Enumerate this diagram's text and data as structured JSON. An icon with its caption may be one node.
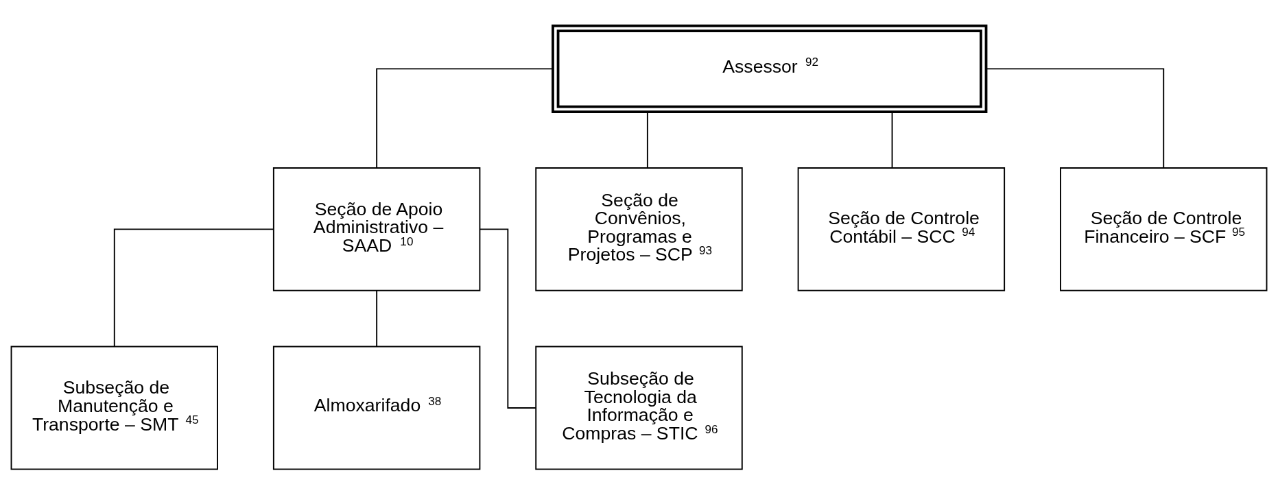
{
  "diagram": {
    "nodes": [
      {
        "text": [
          "Assessor $^{92}$"
        ]
      },
      {
        "text": [
          "Seção de Apoio Administrativo – SAAD $^{10}$"
        ]
      },
      {
        "text": [
          "Seção de Convênios, Programas e Projetos – SCP $^{93}$"
        ]
      },
      {
        "text": [
          "Seção de Controle Contábil – SCC $^{94}$"
        ]
      },
      {
        "text": [
          "Seção de Controle Financeiro – SCF $^{95}$"
        ]
      },
      {
        "text": [
          "Subseção de Manutenção e Transporte – SMT $^{45}$"
        ]
      },
      {
        "text": [
          "Almoxarifado $^{38}$"
        ]
      },
      {
        "text": [
          "Subseção de Tecnologia da Informação e Compras – STIC $^{96}$"
        ]
      }
    ],
    "edges": [
      {
        "from": 0,
        "to": 1,
        "arrow": "none"
      },
      {
        "from": 0,
        "to": 2,
        "arrow": "none"
      },
      {
        "from": 0,
        "to": 3,
        "arrow": "none"
      },
      {
        "from": 0,
        "to": 4,
        "arrow": "none"
      },
      {
        "from": 1,
        "to": 5,
        "arrow": "none"
      },
      {
        "from": 1,
        "to": 6,
        "arrow": "none"
      },
      {
        "from": 1,
        "to": 7,
        "arrow": "none"
      }
    ]
  }
}
